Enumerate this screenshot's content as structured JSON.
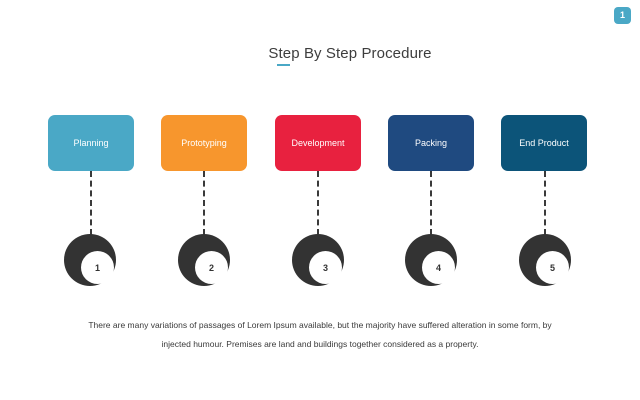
{
  "page_number": "1",
  "title": "Step By Step Procedure",
  "colors": {
    "accent": "#4aa8c6",
    "node": "#333333"
  },
  "steps": [
    {
      "label": "Planning",
      "number": "1",
      "color": "#4aa8c6"
    },
    {
      "label": "Prototyping",
      "number": "2",
      "color": "#f7962d"
    },
    {
      "label": "Development",
      "number": "3",
      "color": "#e8213f"
    },
    {
      "label": "Packing",
      "number": "4",
      "color": "#1f4a80"
    },
    {
      "label": "End Product",
      "number": "5",
      "color": "#0c5479"
    }
  ],
  "description": "There are many variations of passages of Lorem Ipsum available, but the majority have suffered alteration in some form, by injected humour. Premises are land and buildings together considered as a property."
}
